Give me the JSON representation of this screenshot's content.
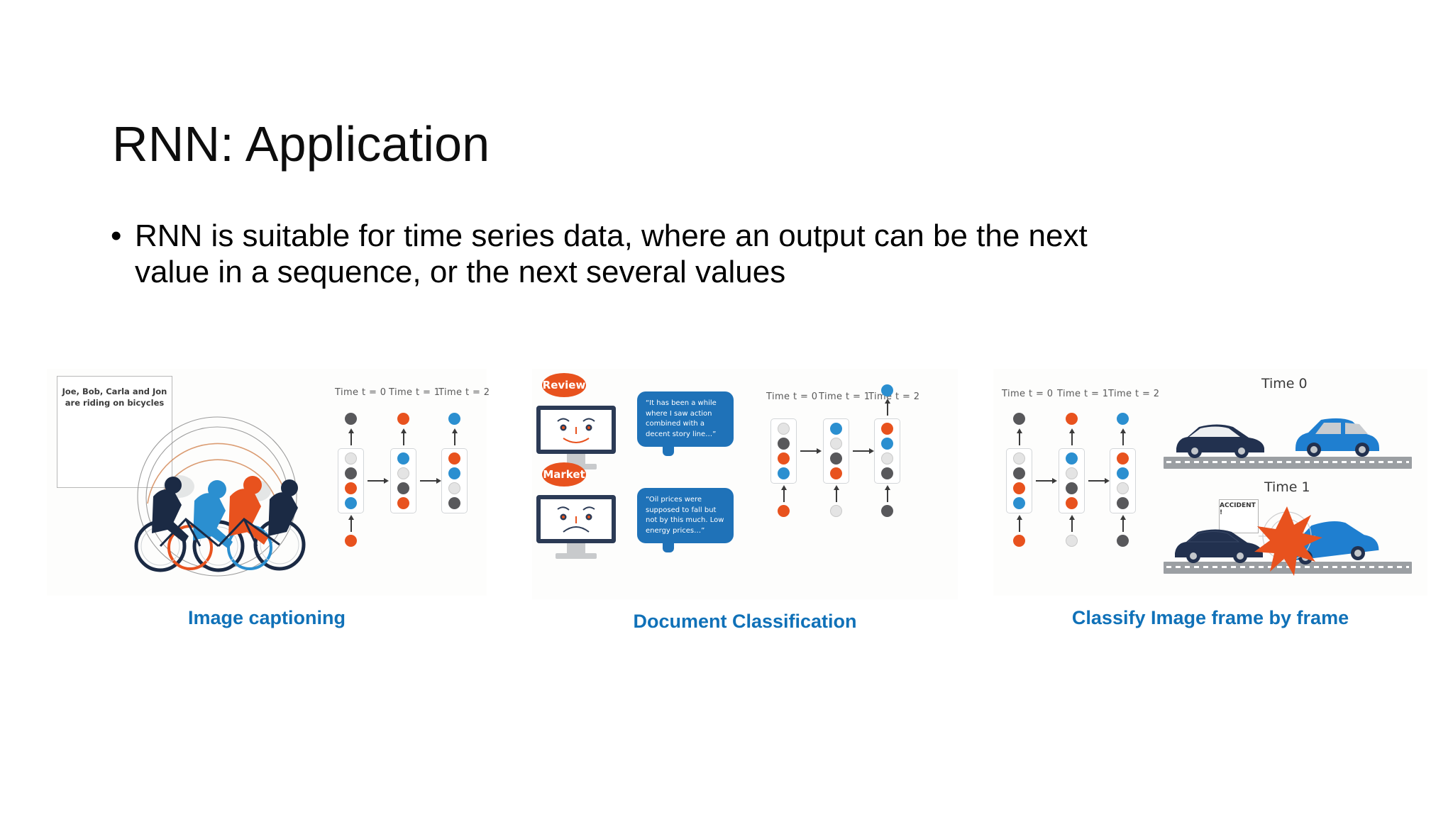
{
  "slide": {
    "title": "RNN: Application",
    "bullets": [
      "RNN is suitable for time series data, where an output can be the next value in a sequence, or the next several values"
    ],
    "bullet_marker": "•"
  },
  "colors": {
    "caption_blue": "#1071b8",
    "node_orange": "#e8521e",
    "node_blue": "#2b8fd0",
    "node_dark": "#58585b",
    "node_light": "#e4e4e4",
    "monitor_frame": "#2b3a55",
    "bubble_blue": "#1f72b8",
    "title_black": "#0d0d0d"
  },
  "panels": [
    {
      "id": "image-captioning",
      "caption": "Image captioning",
      "caption_text_box": "Joe, Bob, Carla and Jon are riding on bicycles",
      "time_labels": [
        "Time t = 0",
        "Time t = 1",
        "Time t = 2"
      ],
      "steps": [
        {
          "output": "dark",
          "cell": [
            "light",
            "dark",
            "orange",
            "blue"
          ],
          "input": "orange"
        },
        {
          "output": "orange",
          "cell": [
            "blue",
            "light",
            "dark",
            "orange"
          ],
          "input": ""
        },
        {
          "output": "blue",
          "cell": [
            "orange",
            "blue",
            "light",
            "dark"
          ],
          "input": ""
        }
      ]
    },
    {
      "id": "document-classification",
      "caption": "Document Classification",
      "tags": [
        "Review",
        "Market"
      ],
      "documents": [
        "“It has been a while where I saw action combined with a decent story line…”",
        "“Oil prices were supposed to fall but not by this much. Low energy prices…”"
      ],
      "time_labels": [
        "Time t = 0",
        "Time t = 1",
        "Time t = 2"
      ],
      "steps": [
        {
          "output": "",
          "cell": [
            "light",
            "dark",
            "orange",
            "blue"
          ],
          "input": "orange"
        },
        {
          "output": "",
          "cell": [
            "blue",
            "light",
            "dark",
            "orange"
          ],
          "input": "light"
        },
        {
          "output": "blue",
          "cell": [
            "orange",
            "blue",
            "light",
            "dark"
          ],
          "input": "dark"
        }
      ]
    },
    {
      "id": "video-frames",
      "caption": "Classify Image frame by frame",
      "time_labels": [
        "Time t = 0",
        "Time t = 1",
        "Time t = 2"
      ],
      "frame_labels": [
        "Time 0",
        "Time 1"
      ],
      "accident_label": "ACCIDENT !",
      "steps": [
        {
          "output": "dark",
          "cell": [
            "light",
            "dark",
            "orange",
            "blue"
          ],
          "input": "orange"
        },
        {
          "output": "orange",
          "cell": [
            "blue",
            "light",
            "dark",
            "orange"
          ],
          "input": "light"
        },
        {
          "output": "blue",
          "cell": [
            "orange",
            "blue",
            "light",
            "dark"
          ],
          "input": "dark"
        }
      ]
    }
  ]
}
